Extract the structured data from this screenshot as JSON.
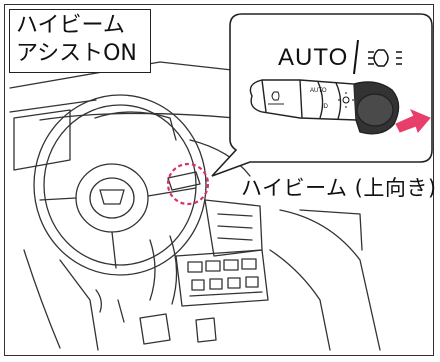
{
  "title": {
    "line1": "ハイビーム",
    "line2": "アシストON"
  },
  "callout": {
    "switch_mode_text": "AUTO",
    "divider": "/",
    "headlamp_symbol": "headlamp-high-beam-icon",
    "lever_marks": [
      "AUTO",
      "ID"
    ],
    "action_label": "ハイビーム (上向き)"
  },
  "colors": {
    "highlight_circle": "#d6336c",
    "arrow": "#e83e6b",
    "line": "#333333"
  }
}
